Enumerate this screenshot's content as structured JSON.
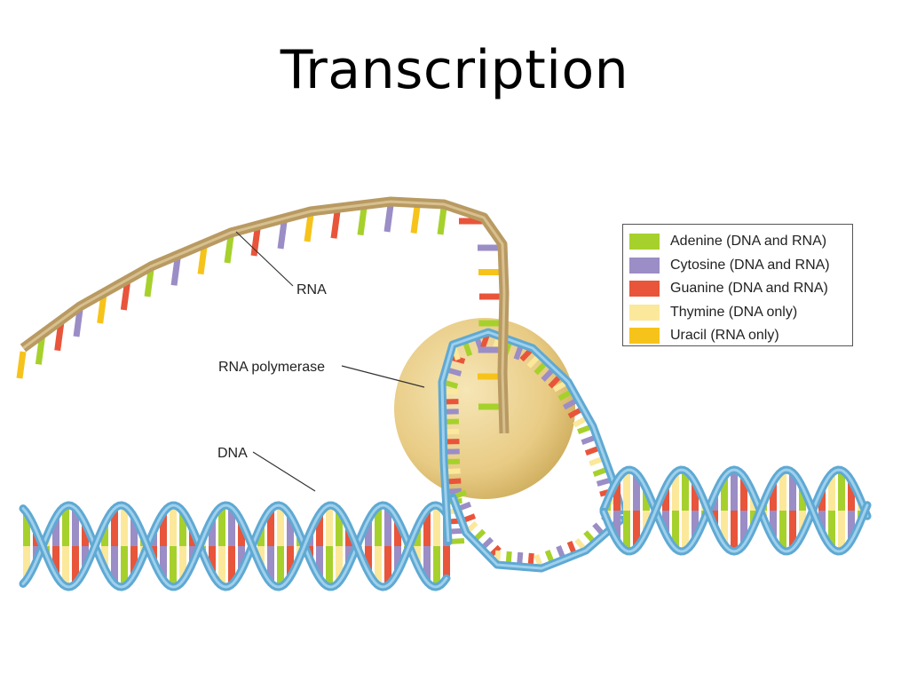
{
  "title": "Transcription",
  "labels": {
    "rna": "RNA",
    "rna_polymerase": "RNA polymerase",
    "dna": "DNA"
  },
  "legend": [
    {
      "label": "Adenine (DNA and RNA)",
      "color": "#a6d12c"
    },
    {
      "label": "Cytosine (DNA and RNA)",
      "color": "#9b8dc6"
    },
    {
      "label": "Guanine (DNA and RNA)",
      "color": "#e8553a"
    },
    {
      "label": "Thymine (DNA only)",
      "color": "#fbe89a"
    },
    {
      "label": "Uracil (RNA only)",
      "color": "#f6c31a"
    }
  ],
  "colors": {
    "dna_backbone": "#5fa9d3",
    "rna_backbone": "#b89a62",
    "polymerase": "#e8cb84"
  }
}
